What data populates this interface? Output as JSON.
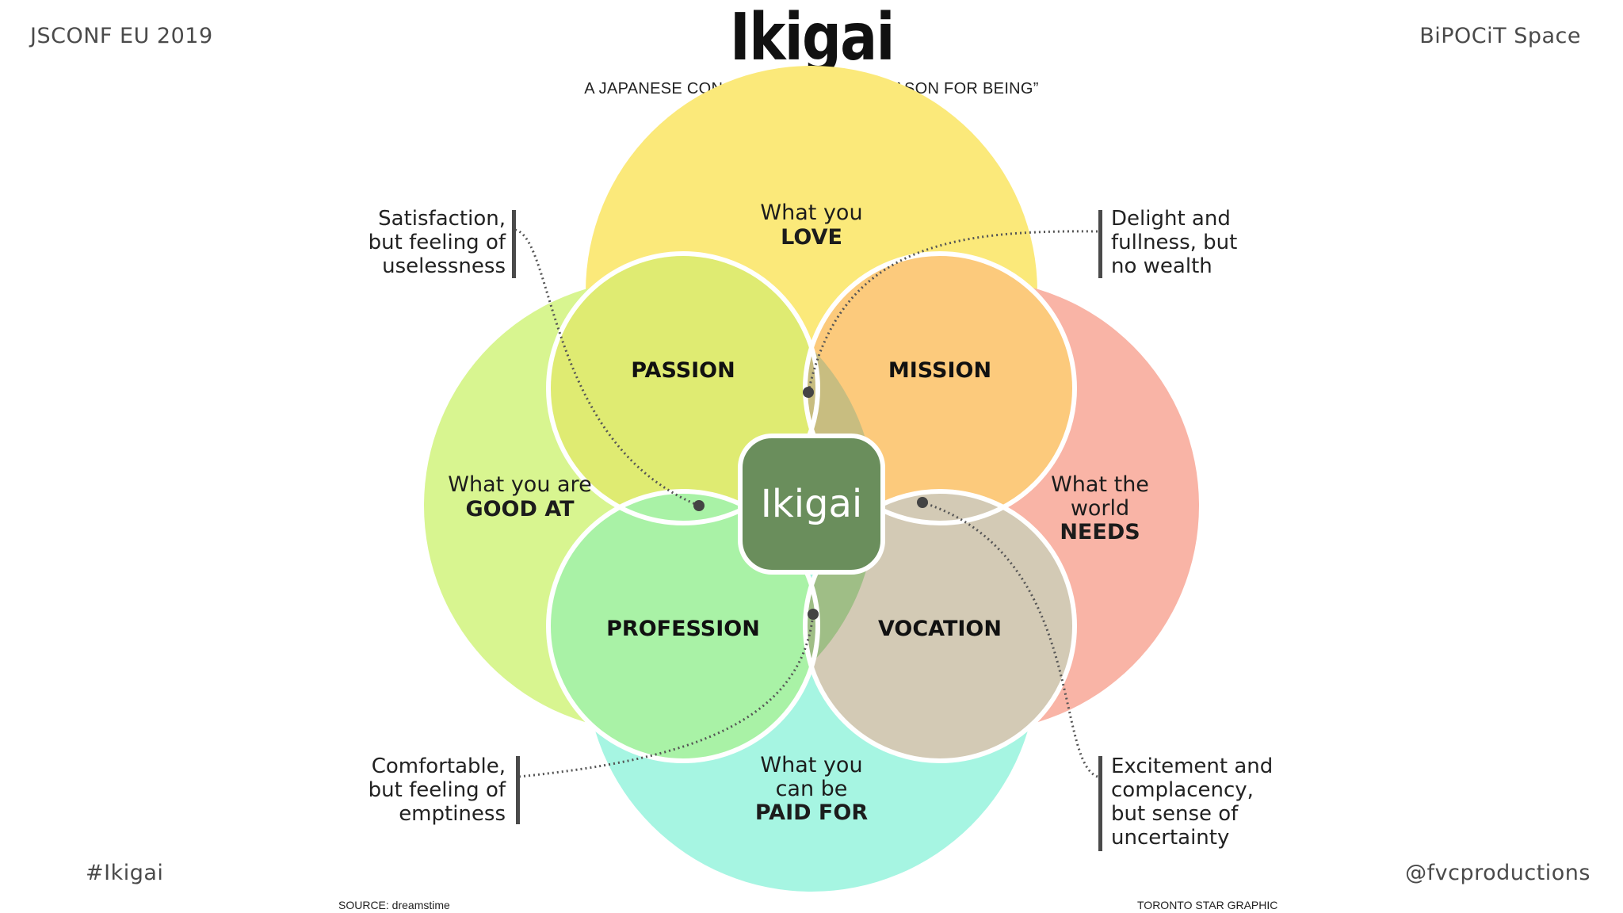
{
  "header": {
    "event": "JSCONF EU 2019",
    "space": "BiPOCiT Space",
    "title": "Ikigai",
    "subtitle": "A JAPANESE CONCEPT MEANING “A REASON FOR BEING”"
  },
  "footer": {
    "hashtag": "#Ikigai",
    "handle": "@fvcproductions",
    "source": "SOURCE: dreamstime",
    "credit": "TORONTO STAR GRAPHIC"
  },
  "circles": {
    "love": {
      "line1": "What you",
      "line2": "LOVE",
      "color": "#fbe97a"
    },
    "good_at": {
      "line1": "What you are",
      "line2": "GOOD AT",
      "color": "#d8f590"
    },
    "needs": {
      "line1": "What the",
      "line1b": "world",
      "line2": "NEEDS",
      "color": "#f9b4a6"
    },
    "paid": {
      "line1": "What you",
      "line1b": "can be",
      "line2": "PAID FOR",
      "color": "#a6f5e2"
    }
  },
  "overlaps": {
    "passion": {
      "label": "PASSION",
      "color": "#dfeb72"
    },
    "mission": {
      "label": "MISSION",
      "color": "#fcca7c"
    },
    "profession": {
      "label": "PROFESSION",
      "color": "#a9f2a6"
    },
    "vocation": {
      "label": "VOCATION",
      "color": "#d3cab5"
    },
    "center": {
      "label": "Ikigai",
      "color": "#6a8e5c"
    }
  },
  "annotations": {
    "top_left": [
      "Satisfaction,",
      "but feeling of",
      "uselessness"
    ],
    "top_right": [
      "Delight and",
      "fullness, but",
      "no wealth"
    ],
    "bottom_left": [
      "Comfortable,",
      "but feeling of",
      "emptiness"
    ],
    "bottom_right": [
      "Excitement and",
      "complacency,",
      "but sense of",
      "uncertainty"
    ]
  }
}
